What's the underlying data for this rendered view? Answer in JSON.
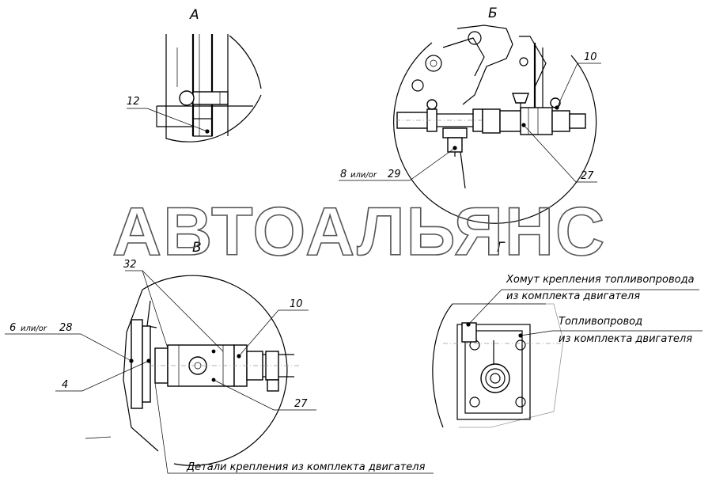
{
  "views": {
    "a": {
      "letter": "А",
      "callouts": {
        "c12": "12"
      }
    },
    "b": {
      "letter": "Б",
      "callouts": {
        "c10": "10",
        "c27": "27",
        "c8": "8",
        "c8_or": "или/or",
        "c29": "29"
      }
    },
    "v": {
      "letter": "В",
      "callouts": {
        "c32": "32",
        "c10": "10",
        "c6": "6",
        "c6_or": "или/or",
        "c28": "28",
        "c4": "4",
        "c27": "27"
      },
      "note": "Детали крепления из комплекта двигателя"
    },
    "g": {
      "letter": "Г",
      "note_clamp_1": "Хомут крепления топливопровода",
      "note_clamp_2": "из комплекта двигателя",
      "note_pipe_1": "Топливопровод",
      "note_pipe_2": "из комплекта двигателя"
    }
  },
  "watermark": "АВТОАЛЬЯНС"
}
